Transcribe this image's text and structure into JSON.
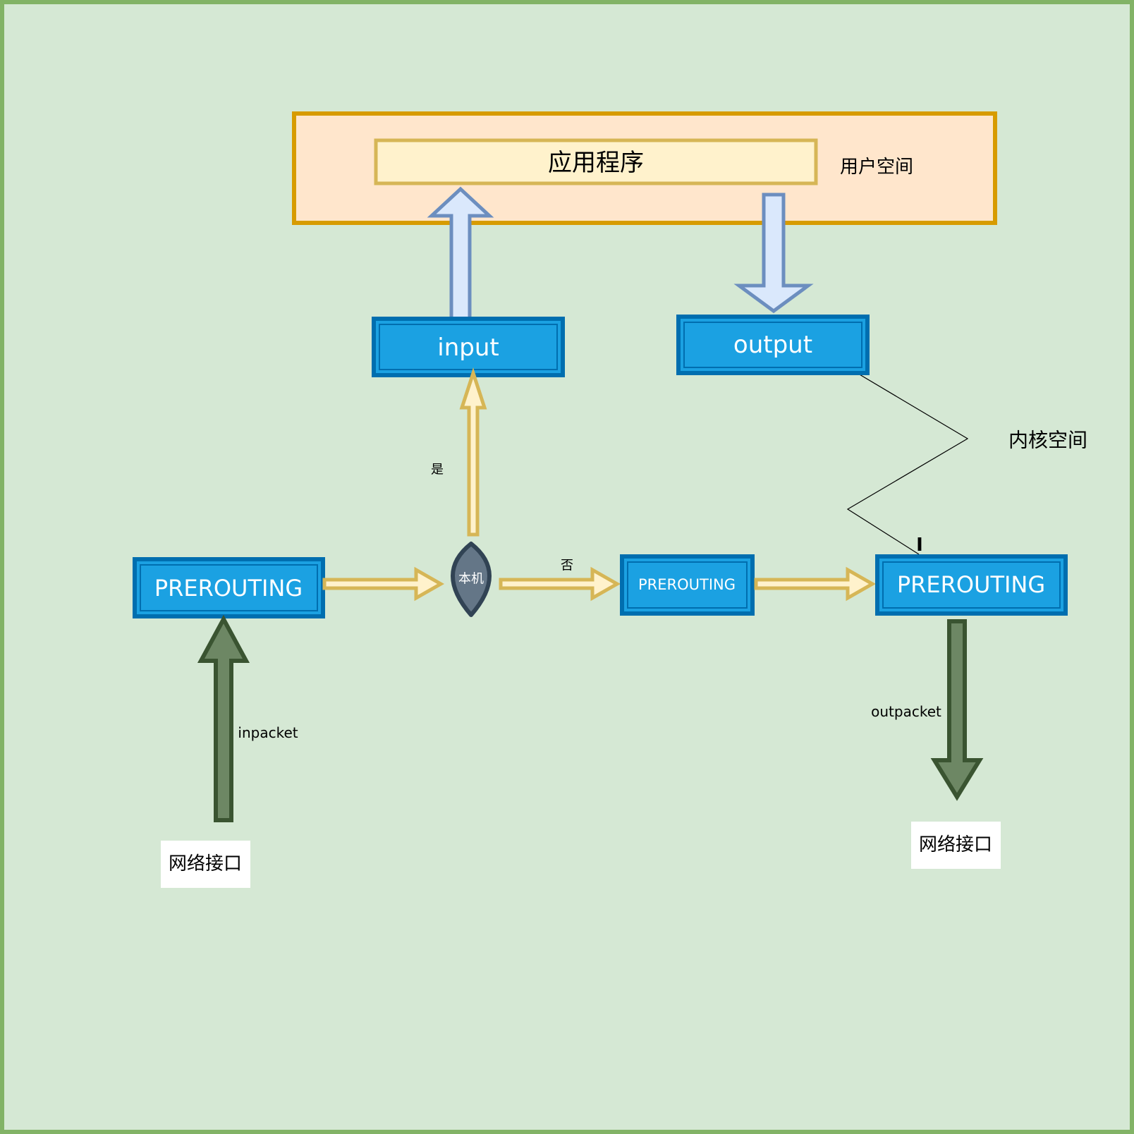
{
  "colors": {
    "background": "#d5e8d4",
    "frame": "#82b366",
    "user_space_fill": "#ffe6cc",
    "user_space_stroke": "#d79b00",
    "app_fill": "#fff2cc",
    "app_stroke": "#d6b656",
    "chain_fill": "#1ba1e2",
    "chain_stroke": "#006eaf",
    "decision_fill": "#647687",
    "decision_stroke": "#314354",
    "blue_arrow_fill": "#dae8fc",
    "blue_arrow_stroke": "#6c8ebf",
    "yellow_arrow_fill": "#fff2cc",
    "yellow_arrow_stroke": "#d6b656",
    "green_arrow_fill": "#6d8764",
    "green_arrow_stroke": "#3a5431",
    "label_box_fill": "#ffffff"
  },
  "user_space": {
    "app_label": "应用程序",
    "space_label": "用户空间"
  },
  "kernel_space": {
    "space_label": "内核空间"
  },
  "chains": {
    "input": "input",
    "output": "output",
    "prerouting_in": "PREROUTING",
    "prerouting_forward": "PREROUTING",
    "prerouting_out": "PREROUTING"
  },
  "decision": {
    "label": "本机",
    "yes_label": "是",
    "no_label": "否"
  },
  "packets": {
    "in_label": "inpacket",
    "out_label": "outpacket"
  },
  "interfaces": {
    "in_label": "网络接口",
    "out_label": "网络接口"
  },
  "cursor_glyph": "I"
}
